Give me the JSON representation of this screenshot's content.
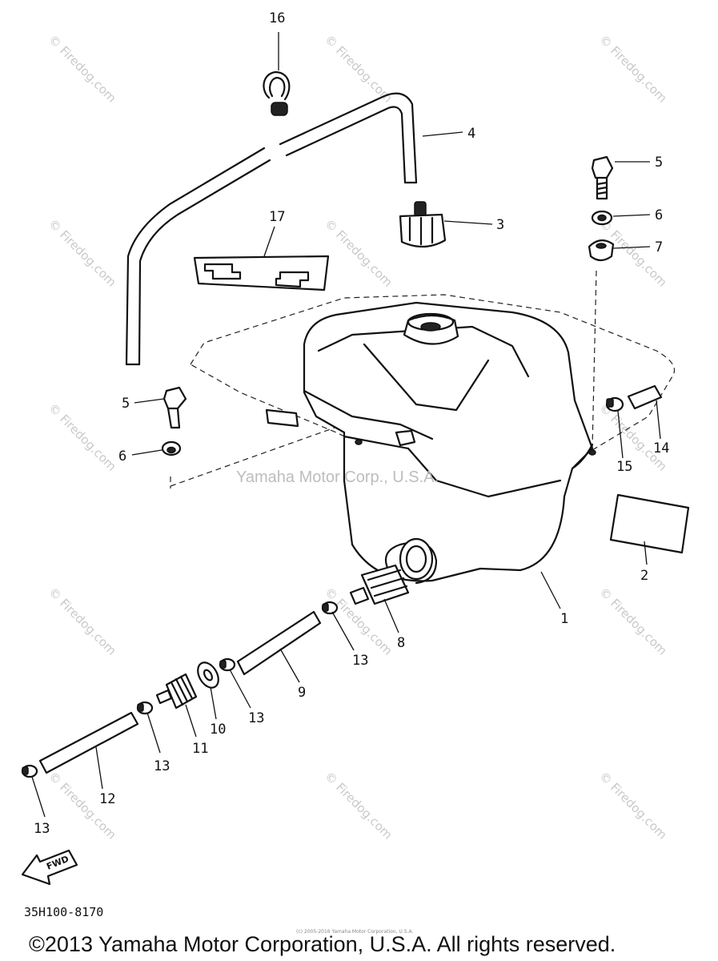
{
  "watermarks": {
    "small": "© Firedog.com",
    "center": "Yamaha Motor Corp., U.S.A."
  },
  "callouts": [
    "16",
    "4",
    "5",
    "6",
    "7",
    "3",
    "17",
    "5",
    "6",
    "14",
    "15",
    "2",
    "1",
    "8",
    "13",
    "9",
    "13",
    "10",
    "11",
    "13",
    "12",
    "13"
  ],
  "fwd_label": "FWD",
  "part_number": "35H100-8170",
  "tiny_notice": "(c) 2005-2016 Yamaha Motor Corporation, U.S.A.",
  "copyright": "©2013 Yamaha Motor Corporation, U.S.A. All rights reserved."
}
